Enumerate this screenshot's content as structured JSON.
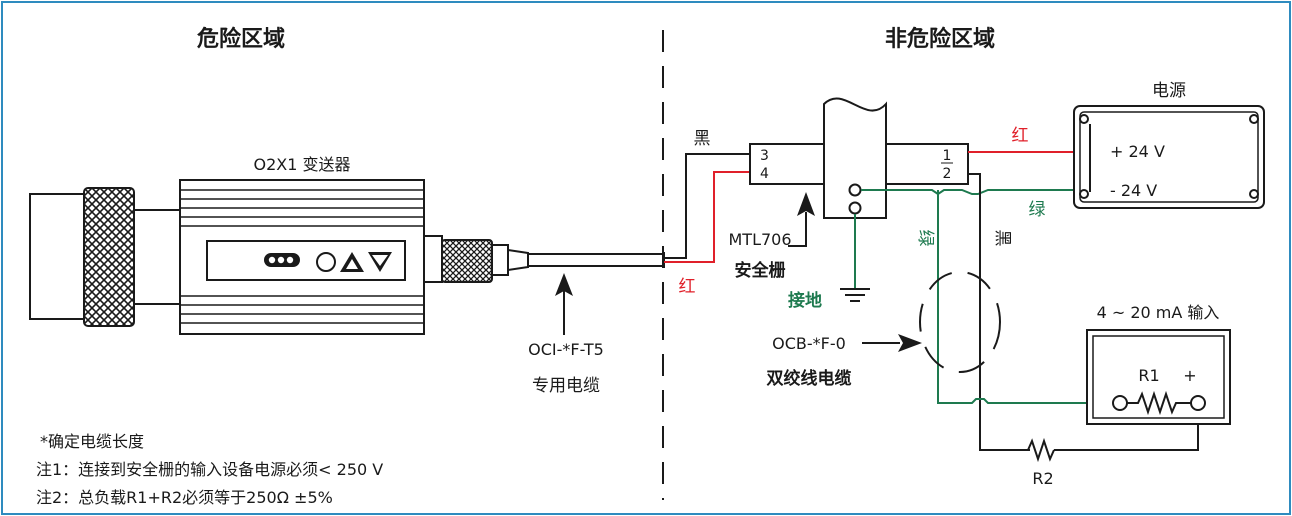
{
  "zones": {
    "hazardous": "危险区域",
    "safe": "非危险区域"
  },
  "transmitter": {
    "name": "O2X1 变送器"
  },
  "cable_oci": {
    "part": "OCI-*F-T5",
    "name": "专用电缆"
  },
  "barrier": {
    "part": "MTL706",
    "name": "安全栅",
    "terminals_left": [
      "3",
      "4"
    ],
    "terminals_right": [
      "1",
      "2"
    ]
  },
  "wires": {
    "black_left": "黑",
    "red_left": "红",
    "red_right": "红",
    "green_right": "绿",
    "green_vertical": "绿",
    "black_vertical": "黑"
  },
  "ground": {
    "label": "接地"
  },
  "power_supply": {
    "title": "电源",
    "plus": "+ 24 V",
    "minus": "- 24 V"
  },
  "twisted_cable": {
    "part": "OCB-*F-0",
    "name": "双绞线电缆"
  },
  "input": {
    "title": "4 ~ 20 mA 输入",
    "r1": "R1",
    "plus": "+"
  },
  "r2": {
    "label": "R2"
  },
  "notes": [
    "*确定电缆长度",
    "注1：连接到安全栅的输入设备电源必须< 250 V",
    "注2：总负载R1+R2必须等于250Ω ±5%"
  ],
  "colors": {
    "frame": "#2e8bbf",
    "red_wire": "#e0202a",
    "green_wire": "#1e7a4f",
    "black": "#1a1a1a"
  }
}
